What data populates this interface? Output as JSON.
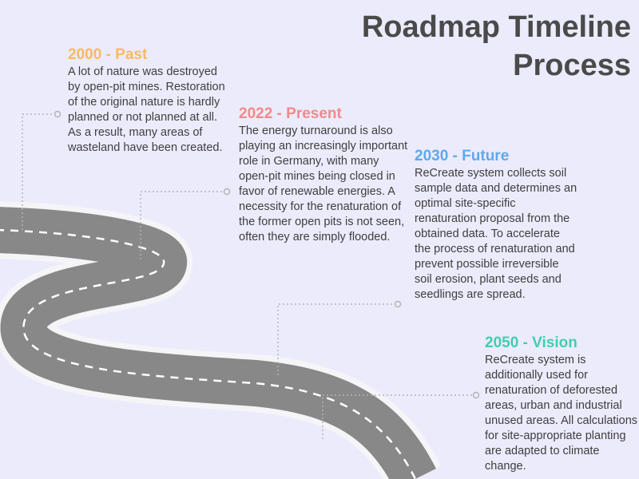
{
  "title_line1": "Roadmap Timeline",
  "title_line2": "Process",
  "colors": {
    "background": "#ECEBFC",
    "road": "#888888",
    "road_border": "#F5F5F8",
    "road_dash": "#FFFFFF",
    "connector": "#B3B3B3"
  },
  "milestones": [
    {
      "heading": "2000 - Past",
      "color": "#F8B963",
      "text": "A lot of nature was destroyed by open-pit mines. Restoration of the original nature is hardly planned or not planned at all. As a result, many areas of wasteland have been created."
    },
    {
      "heading": "2022 - Present",
      "color": "#F08A8A",
      "text": "The energy turnaround is also playing an increasingly important role in Germany, with many open-pit mines being closed in favor of renewable energies. A necessity for the renaturation of the former open pits is not seen, often they are simply flooded."
    },
    {
      "heading": "2030 - Future",
      "color": "#5DA9EE",
      "text": "ReCreate system collects soil sample data and determines an optimal site-specific renaturation proposal from the obtained data. To accelerate the process of renaturation and prevent possible irreversible soil erosion, plant seeds and seedlings are spread."
    },
    {
      "heading": "2050 - Vision",
      "color": "#3FCFB2",
      "text": "ReCreate system is additionally used for renaturation of deforested areas, urban and industrial unused areas. All calculations for site-appropriate planting are adapted to climate change."
    }
  ]
}
